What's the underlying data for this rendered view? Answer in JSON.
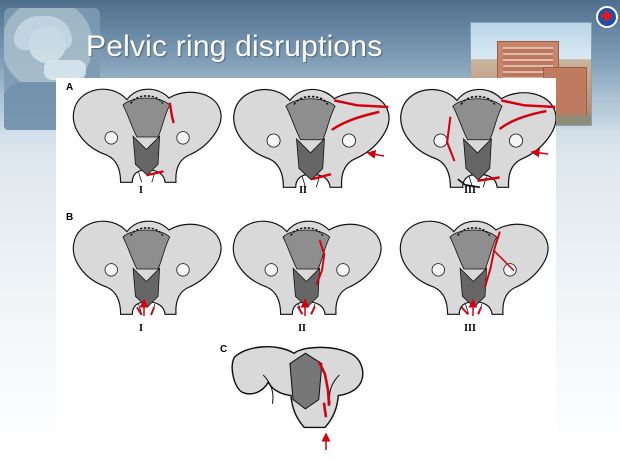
{
  "slide": {
    "title": "Pelvic ring disruptions",
    "colors": {
      "fracture": "#d4000f",
      "bone": "#dcdcdc",
      "outline": "#111111",
      "title_text": "#ffffff"
    },
    "icons": [
      "surgeon-photo",
      "hospital-building-photo",
      "hospital-logo"
    ]
  },
  "figure": {
    "panels": [
      {
        "label": "A",
        "items": [
          "I",
          "II",
          "III"
        ]
      },
      {
        "label": "B",
        "items": [
          "I",
          "II",
          "III"
        ]
      },
      {
        "label": "C",
        "items": []
      }
    ]
  }
}
